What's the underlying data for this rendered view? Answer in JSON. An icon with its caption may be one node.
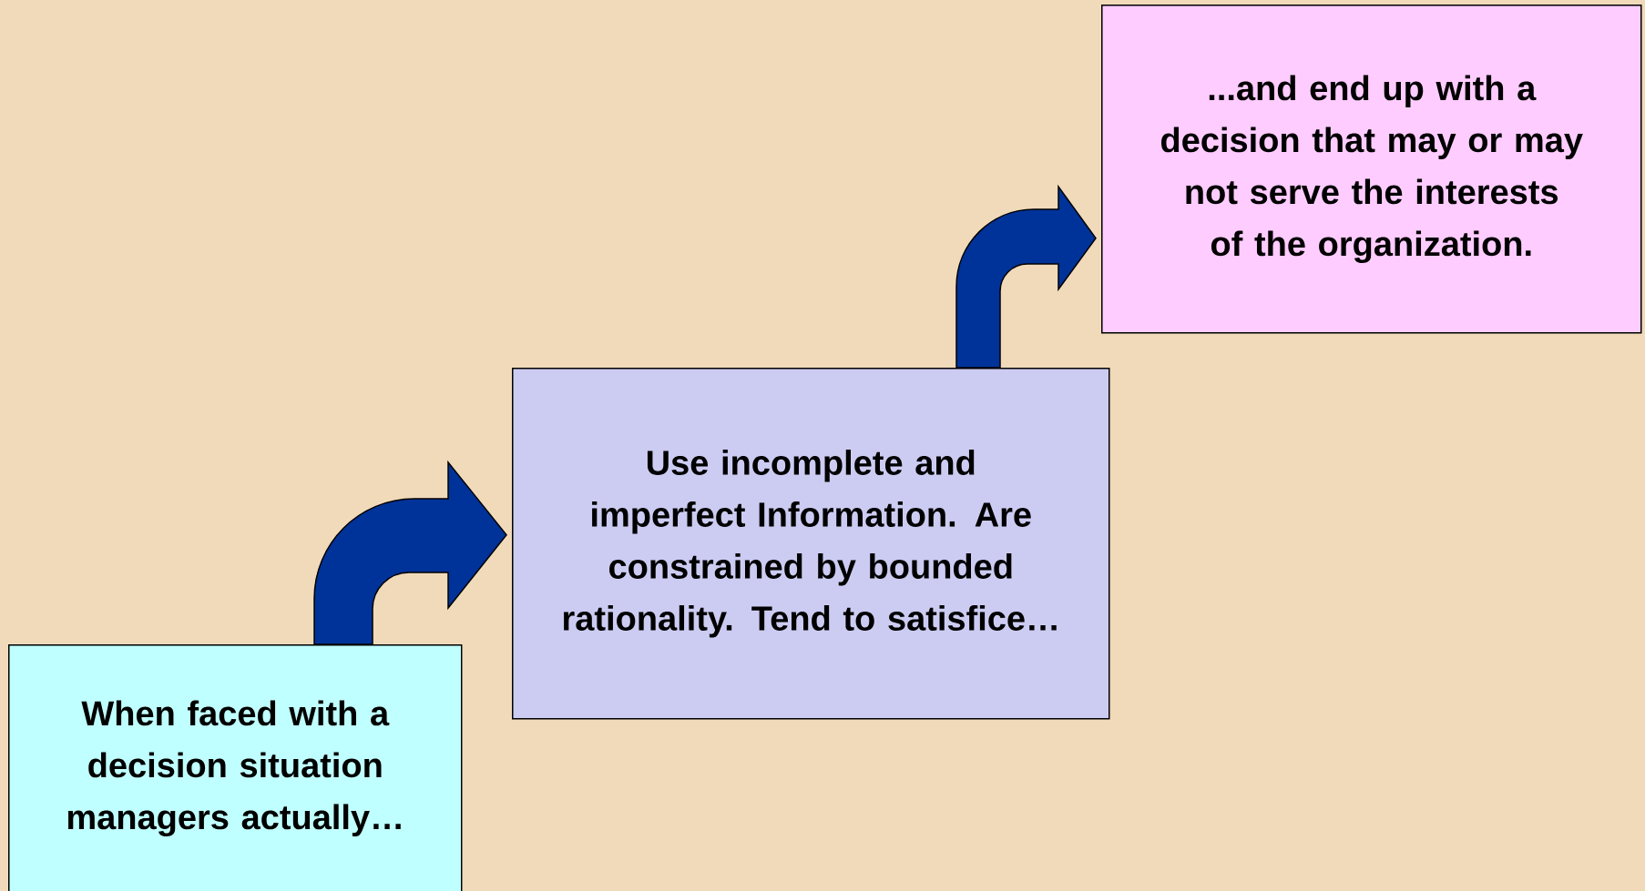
{
  "diagram": {
    "nodes": [
      {
        "text": [
          "When faced with a decision situation managers actually…"
        ]
      },
      {
        "text": [
          "Use incomplete and imperfect Information. Are constrained by bounded rationality. Tend to satisfice…"
        ]
      },
      {
        "text": [
          "...and end up with a decision that may or may not serve the interests of the organization."
        ]
      }
    ],
    "edges": [
      {
        "from": 0,
        "to": 1,
        "arrow": "to"
      },
      {
        "from": 1,
        "to": 2,
        "arrow": "to"
      }
    ]
  }
}
